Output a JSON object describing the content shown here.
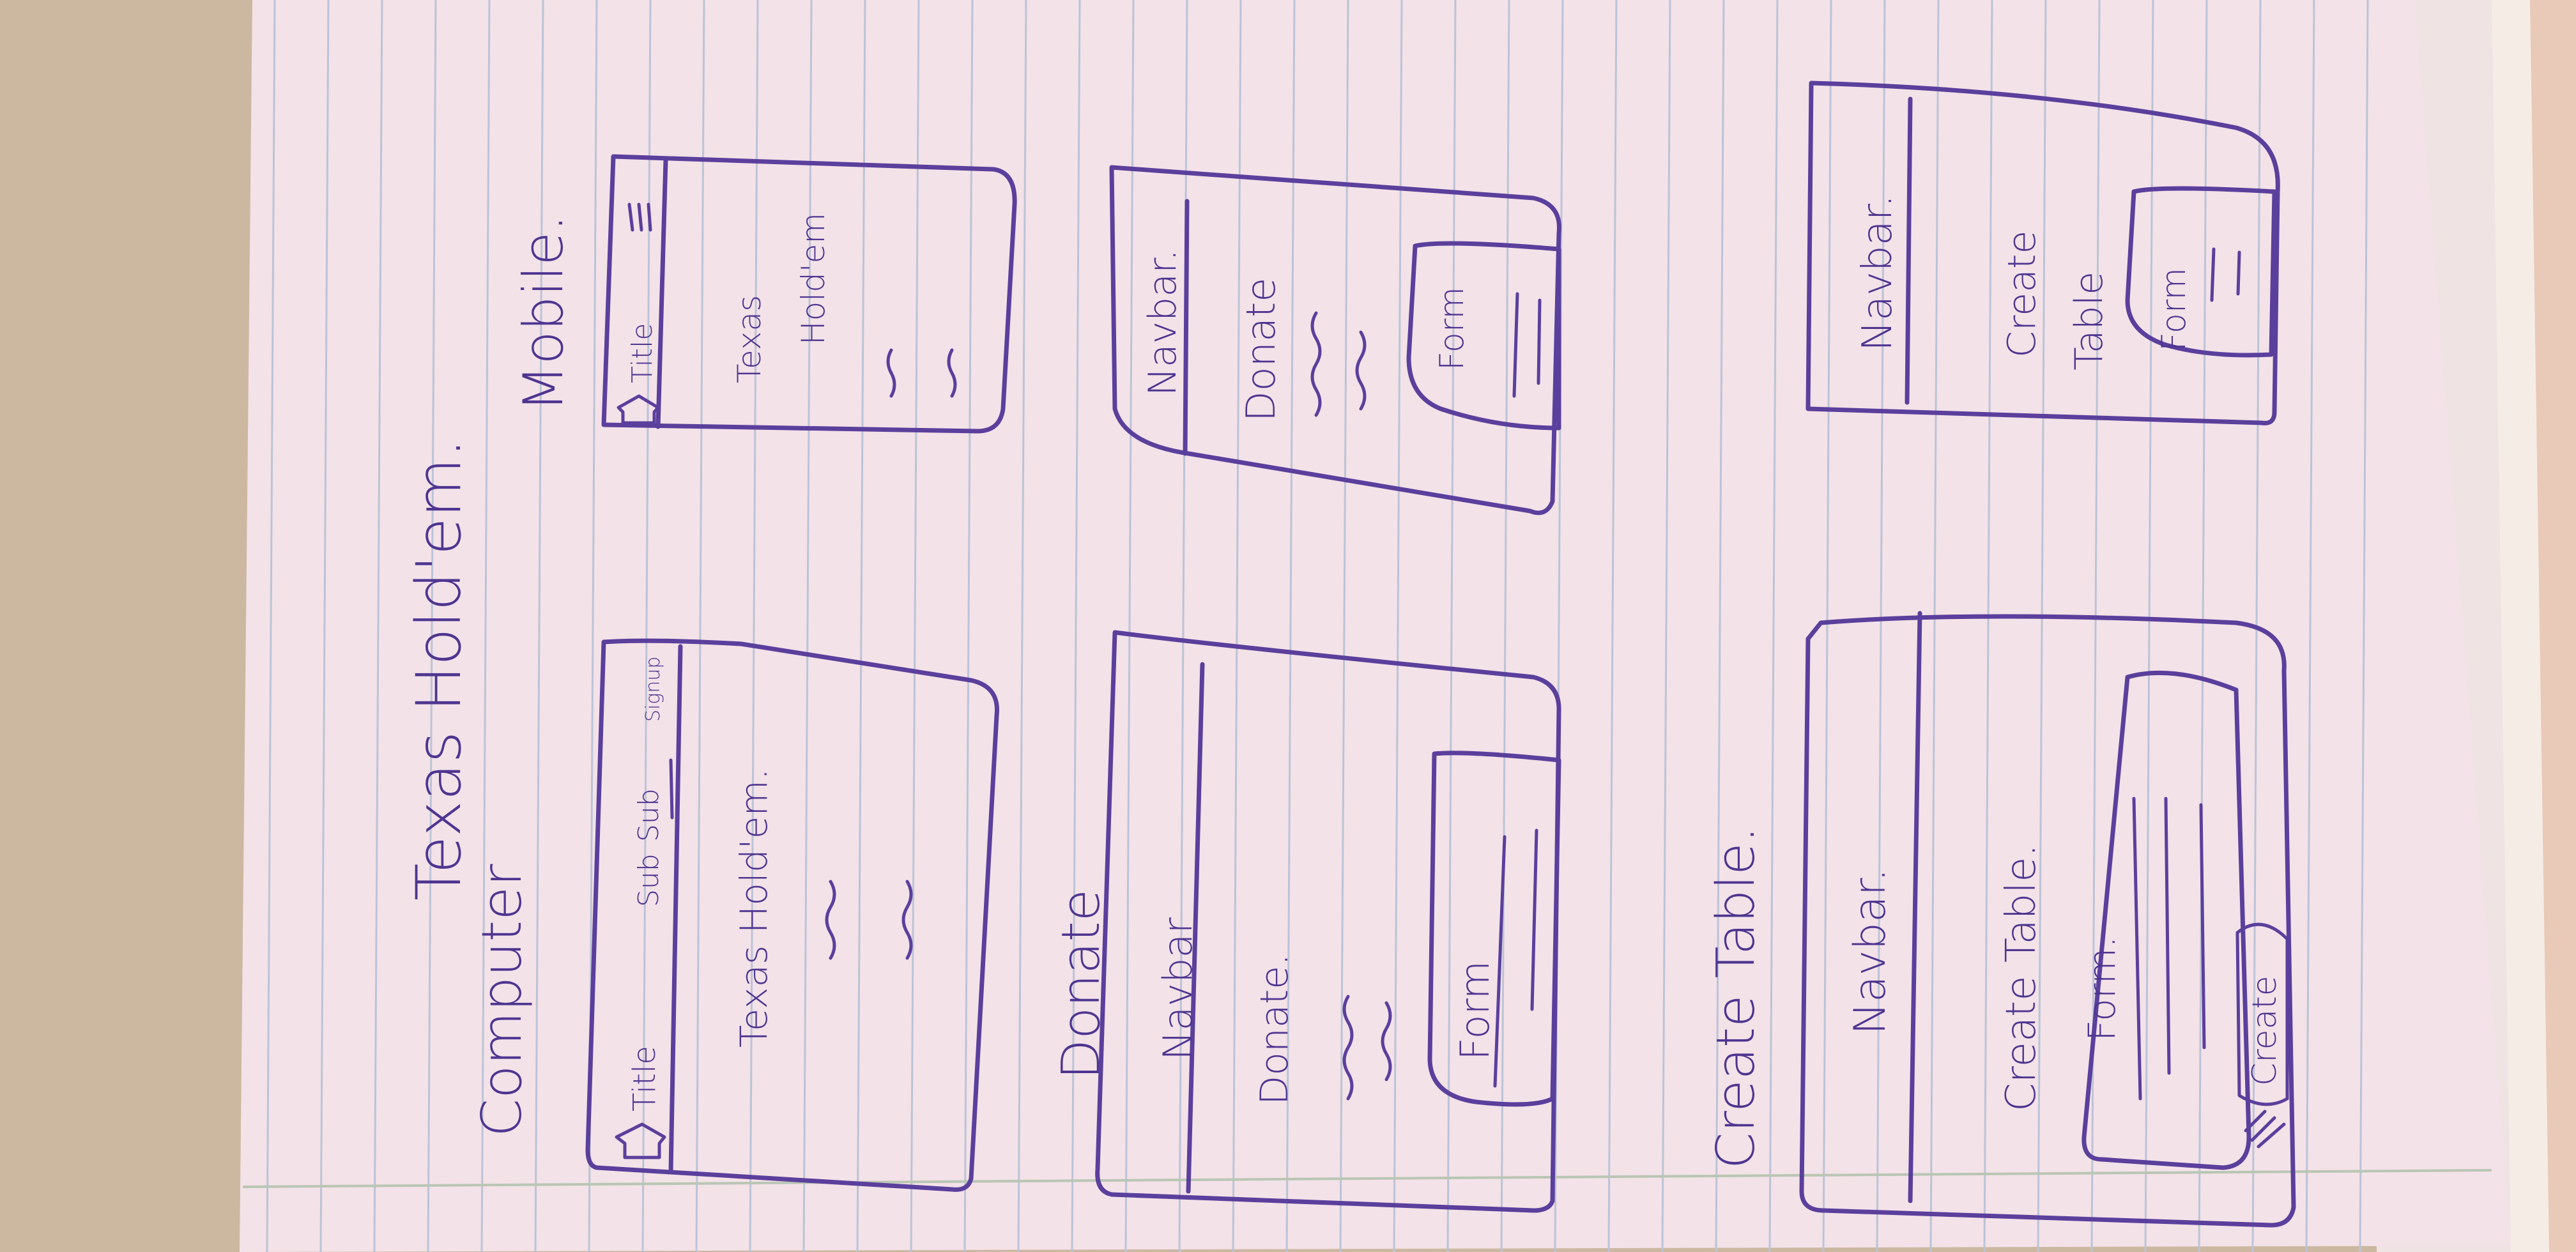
{
  "page": {
    "heading": "Texas Hold'em.",
    "colors": {
      "paper": "#f2e1e6",
      "ink": "#5b3f9c",
      "rule": "#bcc3d6",
      "margin": "#c7cfc0",
      "desk": "#cbb9a3"
    }
  },
  "sections": {
    "computer": "Computer",
    "mobile": "Mobile.",
    "donate": "Donate",
    "create_table": "Create Table."
  },
  "computer_home": {
    "logo_icon": "house-icon",
    "title": "Title",
    "sub1": "Sub",
    "sub2": "Sub",
    "signup": "Signup",
    "content": "Texas Hold'em."
  },
  "mobile_home": {
    "logo_icon": "house-icon",
    "title": "Title",
    "menu_icon": "hamburger-menu-icon",
    "content_line1": "Texas",
    "content_line2": "Hold'em"
  },
  "computer_donate": {
    "navbar": "Navbar",
    "content": "Donate.",
    "form": "Form"
  },
  "mobile_donate": {
    "navbar": "Navbar.",
    "content": "Donate",
    "form": "Form"
  },
  "computer_create": {
    "navbar": "Navbar.",
    "content": "Create Table.",
    "form": "Form.",
    "button": "Create"
  },
  "mobile_create": {
    "navbar": "Navbar.",
    "content_line1": "Create",
    "content_line2": "Table",
    "form": "Form"
  }
}
